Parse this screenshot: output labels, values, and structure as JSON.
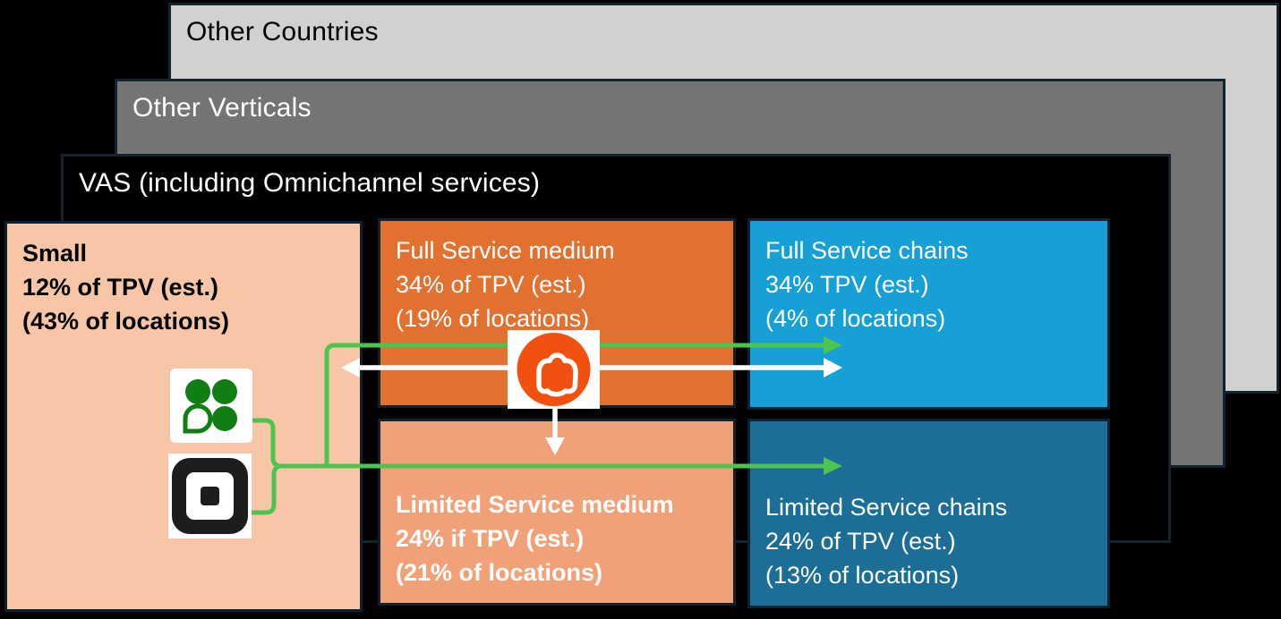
{
  "layers": [
    {
      "id": "other-countries",
      "label": "Other Countries",
      "fill": "#d1d1d1",
      "text_color": "#000000"
    },
    {
      "id": "other-verticals",
      "label": "Other Verticals",
      "fill": "#747474",
      "text_color": "#ffffff"
    },
    {
      "id": "vas",
      "label": "VAS (including Omnichannel services)",
      "fill": "#000000",
      "text_color": "#ffffff"
    }
  ],
  "segments": {
    "small": {
      "title": "Small",
      "tpv": "12% of TPV (est.)",
      "locations": "(43% of locations)",
      "fill": "#f6c6a6",
      "text_color": "#000000"
    },
    "full_service_medium": {
      "title": "Full Service medium",
      "tpv": "34% of TPV (est.)",
      "locations": "(19% of locations)",
      "fill": "#e2702f",
      "text_color": "#ffffff"
    },
    "full_service_chains": {
      "title": "Full Service chains",
      "tpv": "34% TPV (est.)",
      "locations": "(4% of locations)",
      "fill": "#17a0d6",
      "text_color": "#ffffff"
    },
    "limited_service_medium": {
      "title": "Limited Service medium",
      "tpv": "24% if TPV (est.)",
      "locations": "(21% of locations)",
      "fill": "#f0a178",
      "text_color": "#ffffff"
    },
    "limited_service_chains": {
      "title": "Limited Service chains",
      "tpv": "24% of TPV (est.)",
      "locations": "(13% of locations)",
      "fill": "#1d6e96",
      "text_color": "#ffffff"
    }
  },
  "icons": [
    {
      "name": "toast-logo",
      "color": "#f1500e"
    },
    {
      "name": "clover-logo",
      "color": "#117e14"
    },
    {
      "name": "square-logo",
      "color": "#1d1d1b"
    }
  ],
  "arrow_colors": {
    "green": "#4cc450",
    "white": "#ffffff"
  }
}
